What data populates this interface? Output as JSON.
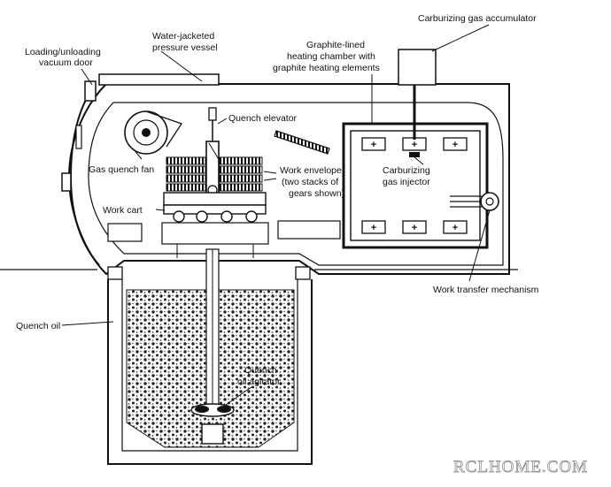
{
  "labels": {
    "carburizing_gas_accumulator": "Carburizing gas accumulator",
    "loading_door_1": "Loading/unloading",
    "loading_door_2": "vacuum door",
    "pressure_vessel_1": "Water-jacketed",
    "pressure_vessel_2": "pressure vessel",
    "heating_chamber_1": "Graphite-lined",
    "heating_chamber_2": "heating chamber with",
    "heating_chamber_3": "graphite heating elements",
    "quench_elevator": "Quench elevator",
    "gas_quench_fan": "Gas quench fan",
    "work_envelope_1": "Work envelope",
    "work_envelope_2": "(two stacks of",
    "work_envelope_3": "gears shown)",
    "carburizing_injector_1": "Carburizing",
    "carburizing_injector_2": "gas injector",
    "work_cart": "Work cart",
    "work_transfer": "Work transfer mechanism",
    "quench_oil": "Quench oil",
    "agitator_1": "Quench",
    "agitator_2": "oil agitator"
  },
  "element_marks": [
    "+",
    "+",
    "+",
    "+",
    "+",
    "+"
  ],
  "watermark": "RCLHOME.COM"
}
